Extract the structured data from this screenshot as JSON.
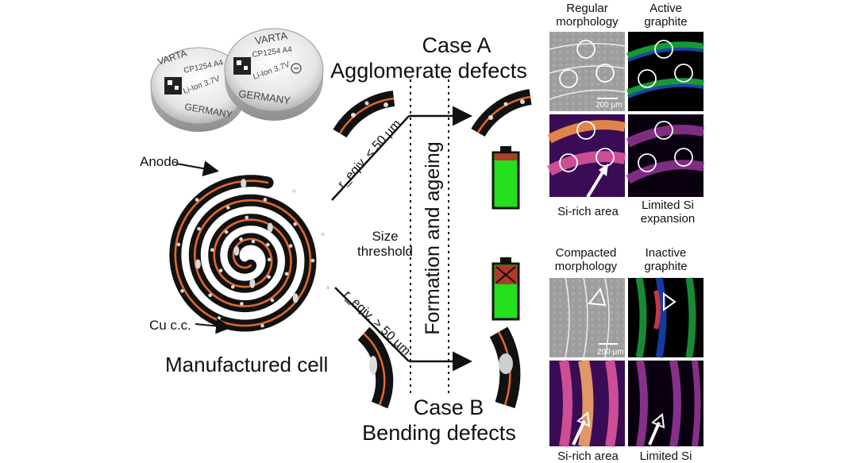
{
  "coin_cells": {
    "brand": "VARTA",
    "model": "CP1254 A4",
    "chem": "Li-Ion 3.7V",
    "country": "GERMANY"
  },
  "spiral": {
    "anode_label": "Anode",
    "cu_label": "Cu c.c.",
    "caption": "Manufactured cell"
  },
  "center": {
    "size_threshold": "Size\nthreshold",
    "formation_label": "Formation and ageing",
    "upper_branch": "r_eqiv. < 50 µm",
    "lower_branch": "r_eqiv. > 50 µm"
  },
  "case_a": {
    "title_line1": "Case A",
    "title_line2": "Agglomerate defects",
    "panels": {
      "top_left": "Regular\nmorphology",
      "top_right": "Active\ngraphite",
      "bottom_left": "Si-rich area",
      "bottom_right": "Limited Si\nexpansion",
      "scale": "200 µm"
    }
  },
  "case_b": {
    "title_line1": "Case B",
    "title_line2": "Bending defects",
    "panels": {
      "top_left": "Compacted\nmorphology",
      "top_right": "Inactive\ngraphite",
      "bottom_left": "Si-rich area",
      "bottom_right": "Limited Si",
      "scale": "200 µm"
    }
  },
  "colors": {
    "electrode": "#111111",
    "copper": "#e06a2c",
    "battery_green": "#22e01c",
    "battery_dead": "#b03a2a"
  }
}
